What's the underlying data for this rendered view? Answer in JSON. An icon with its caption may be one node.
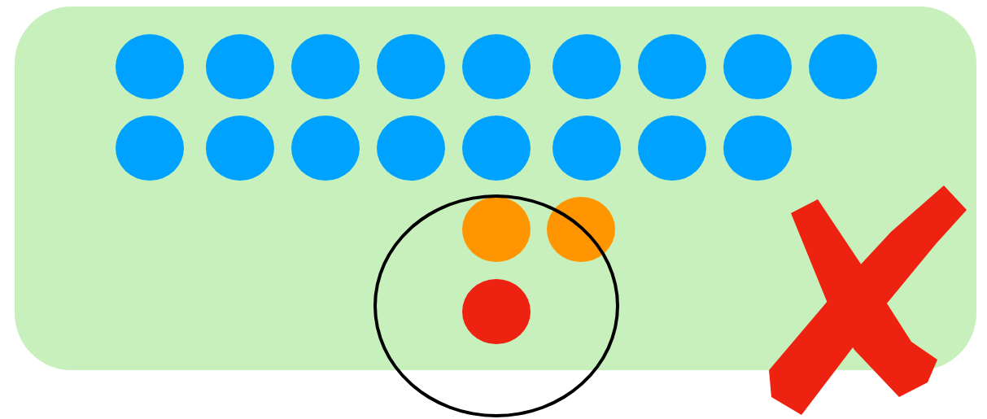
{
  "diagram": {
    "nodes": [
      {
        "text": [],
        "shape": "box"
      },
      {
        "text": [],
        "shape": "circle",
        "in": 0
      },
      {
        "text": [],
        "shape": "circle",
        "in": 0
      },
      {
        "text": [],
        "shape": "circle",
        "in": 0
      },
      {
        "text": [],
        "shape": "circle",
        "in": 0
      },
      {
        "text": [],
        "shape": "circle",
        "in": 0
      },
      {
        "text": [],
        "shape": "circle",
        "in": 0
      },
      {
        "text": [],
        "shape": "circle",
        "in": 0
      },
      {
        "text": [],
        "shape": "circle",
        "in": 0
      },
      {
        "text": [],
        "shape": "circle",
        "in": 0
      },
      {
        "text": [],
        "shape": "circle",
        "in": 0
      },
      {
        "text": [],
        "shape": "circle",
        "in": 0
      },
      {
        "text": [],
        "shape": "circle",
        "in": 0
      },
      {
        "text": [],
        "shape": "circle",
        "in": 0
      },
      {
        "text": [],
        "shape": "circle",
        "in": 0
      },
      {
        "text": [],
        "shape": "circle",
        "in": 0
      },
      {
        "text": [],
        "shape": "circle",
        "in": 0
      },
      {
        "text": [],
        "shape": "circle",
        "in": 0
      },
      {
        "text": [],
        "shape": "circle"
      },
      {
        "text": [],
        "shape": "circle"
      },
      {
        "text": [],
        "shape": "circle"
      },
      {
        "text": [],
        "shape": "circle"
      }
    ]
  }
}
